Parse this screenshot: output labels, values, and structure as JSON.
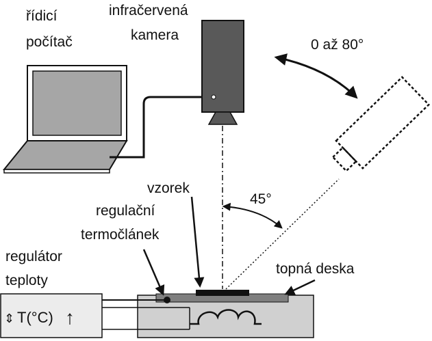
{
  "labels": {
    "computer_line1": "řídicí",
    "computer_line2": "počítač",
    "camera_line1": "infračervená",
    "camera_line2": "kamera",
    "angle_range": "0 až 80°",
    "angle_45": "45°",
    "sample": "vzorek",
    "thermocouple_line1": "regulační",
    "thermocouple_line2": "termočlánek",
    "controller_line1": "regulátor",
    "controller_line2": "teploty",
    "heating_plate": "topná deska",
    "controller_display": "T(°C)",
    "controller_updown_glyph": "⇕",
    "controller_up_arrow": "↑"
  },
  "colors": {
    "camera_body": "#595959",
    "laptop_screen": "#a6a6a6",
    "laptop_keyboard": "#a6a6a6",
    "plate_body": "#d0d0d0",
    "heating_surface": "#7f7f7f",
    "sample": "#111111",
    "controller_box": "#ececec",
    "line": "#111111"
  }
}
